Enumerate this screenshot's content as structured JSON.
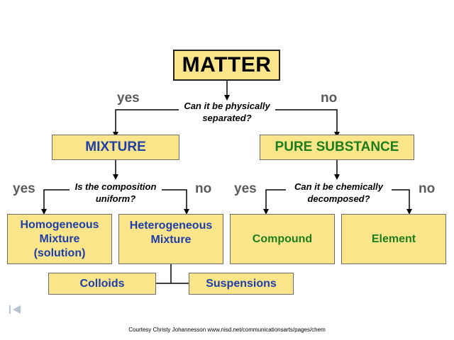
{
  "nodes": {
    "matter": "MATTER",
    "mixture": "MIXTURE",
    "pure_substance": "PURE SUBSTANCE",
    "homogeneous_line1": "Homogeneous",
    "homogeneous_line2": "Mixture",
    "homogeneous_line3": "(solution)",
    "heterogeneous_line1": "Heterogeneous",
    "heterogeneous_line2": "Mixture",
    "compound": "Compound",
    "element": "Element",
    "colloids": "Colloids",
    "suspensions": "Suspensions"
  },
  "questions": {
    "physically_separated_line1": "Can it be physically",
    "physically_separated_line2": "separated?",
    "composition_uniform_line1": "Is the composition",
    "composition_uniform_line2": "uniform?",
    "chemically_decomposed_line1": "Can it be chemically",
    "chemically_decomposed_line2": "decomposed?"
  },
  "answers": {
    "top_yes": "yes",
    "top_no": "no",
    "mixture_yes": "yes",
    "mixture_no": "no",
    "pure_yes": "yes",
    "pure_no": "no"
  },
  "footer": {
    "credit": "Courtesy Christy Johannesson www.nisd.net/communicationsarts/pages/chem"
  },
  "colors": {
    "box_fill": "#fbe58a",
    "mixture_text": "#1e3ea8",
    "pure_text": "#1b7d1b",
    "answer_text": "#5b5b5b"
  },
  "icons": {
    "nav": "back-to-start-icon"
  }
}
